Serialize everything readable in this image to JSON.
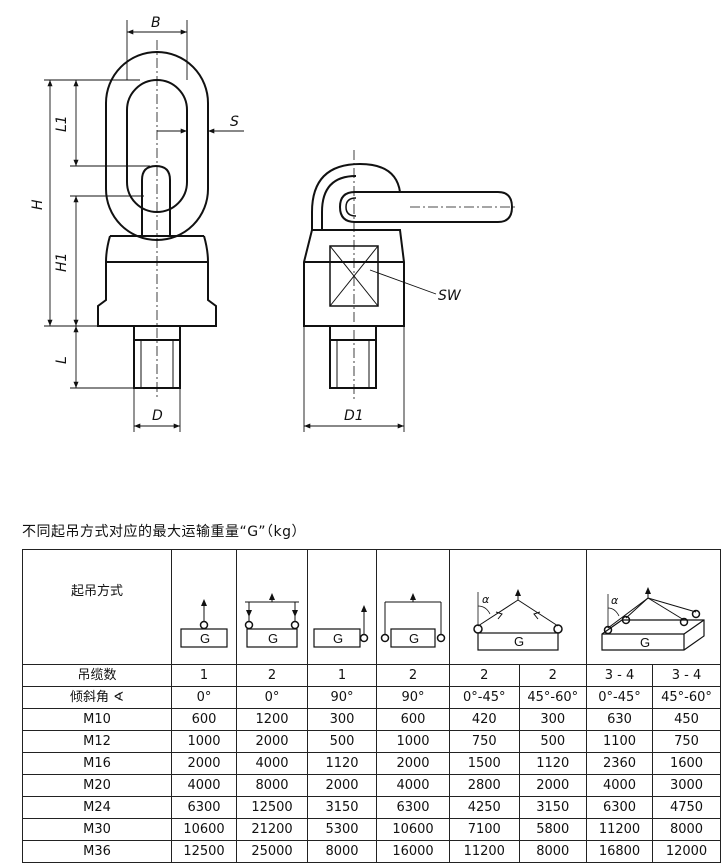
{
  "labels": {
    "B": "B",
    "S": "S",
    "L1": "L1",
    "H": "H",
    "H1": "H1",
    "L": "L",
    "D": "D",
    "D1": "D1",
    "SW": "SW"
  },
  "caption": "不同起吊方式对应的最大运输重量“G”（kg）",
  "table": {
    "method_label": "起吊方式",
    "weight_symbol": "G",
    "angle_symbol": "α",
    "rows": [
      {
        "label": "吊缆数",
        "cells": [
          "1",
          "2",
          "1",
          "2",
          "2",
          "2",
          "3 - 4",
          "3 - 4"
        ]
      },
      {
        "label": "倾斜角 ∢",
        "cells": [
          "0°",
          "0°",
          "90°",
          "90°",
          "0°-45°",
          "45°-60°",
          "0°-45°",
          "45°-60°"
        ]
      },
      {
        "label": "M10",
        "cells": [
          "600",
          "1200",
          "300",
          "600",
          "420",
          "300",
          "630",
          "450"
        ]
      },
      {
        "label": "M12",
        "cells": [
          "1000",
          "2000",
          "500",
          "1000",
          "750",
          "500",
          "1100",
          "750"
        ]
      },
      {
        "label": "M16",
        "cells": [
          "2000",
          "4000",
          "1120",
          "2000",
          "1500",
          "1120",
          "2360",
          "1600"
        ]
      },
      {
        "label": "M20",
        "cells": [
          "4000",
          "8000",
          "2000",
          "4000",
          "2800",
          "2000",
          "4000",
          "3000"
        ]
      },
      {
        "label": "M24",
        "cells": [
          "6300",
          "12500",
          "3150",
          "6300",
          "4250",
          "3150",
          "6300",
          "4750"
        ]
      },
      {
        "label": "M30",
        "cells": [
          "10600",
          "21200",
          "5300",
          "10600",
          "7100",
          "5800",
          "11200",
          "8000"
        ]
      },
      {
        "label": "M36",
        "cells": [
          "12500",
          "25000",
          "8000",
          "16000",
          "11200",
          "8000",
          "16800",
          "12000"
        ]
      }
    ]
  }
}
